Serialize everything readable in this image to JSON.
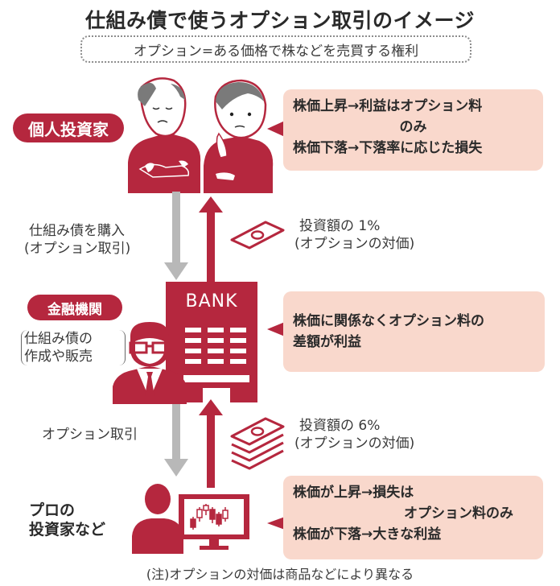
{
  "title": "仕組み債で使うオプション取引のイメージ",
  "subtitle": "オプション=ある価格で株などを売買する権利",
  "colors": {
    "accent_red": "#b5273e",
    "bubble_fill": "#f9d8cc",
    "arrow_gray": "#b8b8b8",
    "hair_gray": "#7a7a7a"
  },
  "actors": {
    "individual": {
      "label": "個人投資家",
      "icon": "elderly-couple-icon",
      "bubble": {
        "line1": "株価上昇→利益はオプション料",
        "line1_cont": "のみ",
        "line2": "株価下落→下落率に応じた損失"
      }
    },
    "bank": {
      "label": "金融機関",
      "note_line1": "仕組み債の",
      "note_line2": "作成や販売",
      "building_text": "BANK",
      "icon": "bank-building-icon",
      "person_icon": "banker-with-glasses-icon",
      "bubble": {
        "line1": "株価に関係なくオプション料の",
        "line2": "差額が利益"
      }
    },
    "pro": {
      "label_line1": "プロの",
      "label_line2": "投資家など",
      "icon": "trader-with-monitor-icon",
      "bubble": {
        "line1": "株価が上昇→損失は",
        "line1_cont": "オプション料のみ",
        "line2": "株価が下落→大きな利益"
      }
    }
  },
  "flows": {
    "individual_to_bank": {
      "line1": "仕組み債を購入",
      "line2": "(オプション取引)"
    },
    "bank_to_individual_payment": {
      "line1": "投資額の 1%",
      "line2": "(オプションの対価)",
      "icon": "single-banknote-icon"
    },
    "bank_to_pro": {
      "line1": "オプション取引"
    },
    "pro_to_bank_payment": {
      "line1": "投資額の 6%",
      "line2": "(オプションの対価)",
      "icon": "banknote-stack-icon"
    }
  },
  "footnote": "(注)オプションの対価は商品などにより異なる"
}
